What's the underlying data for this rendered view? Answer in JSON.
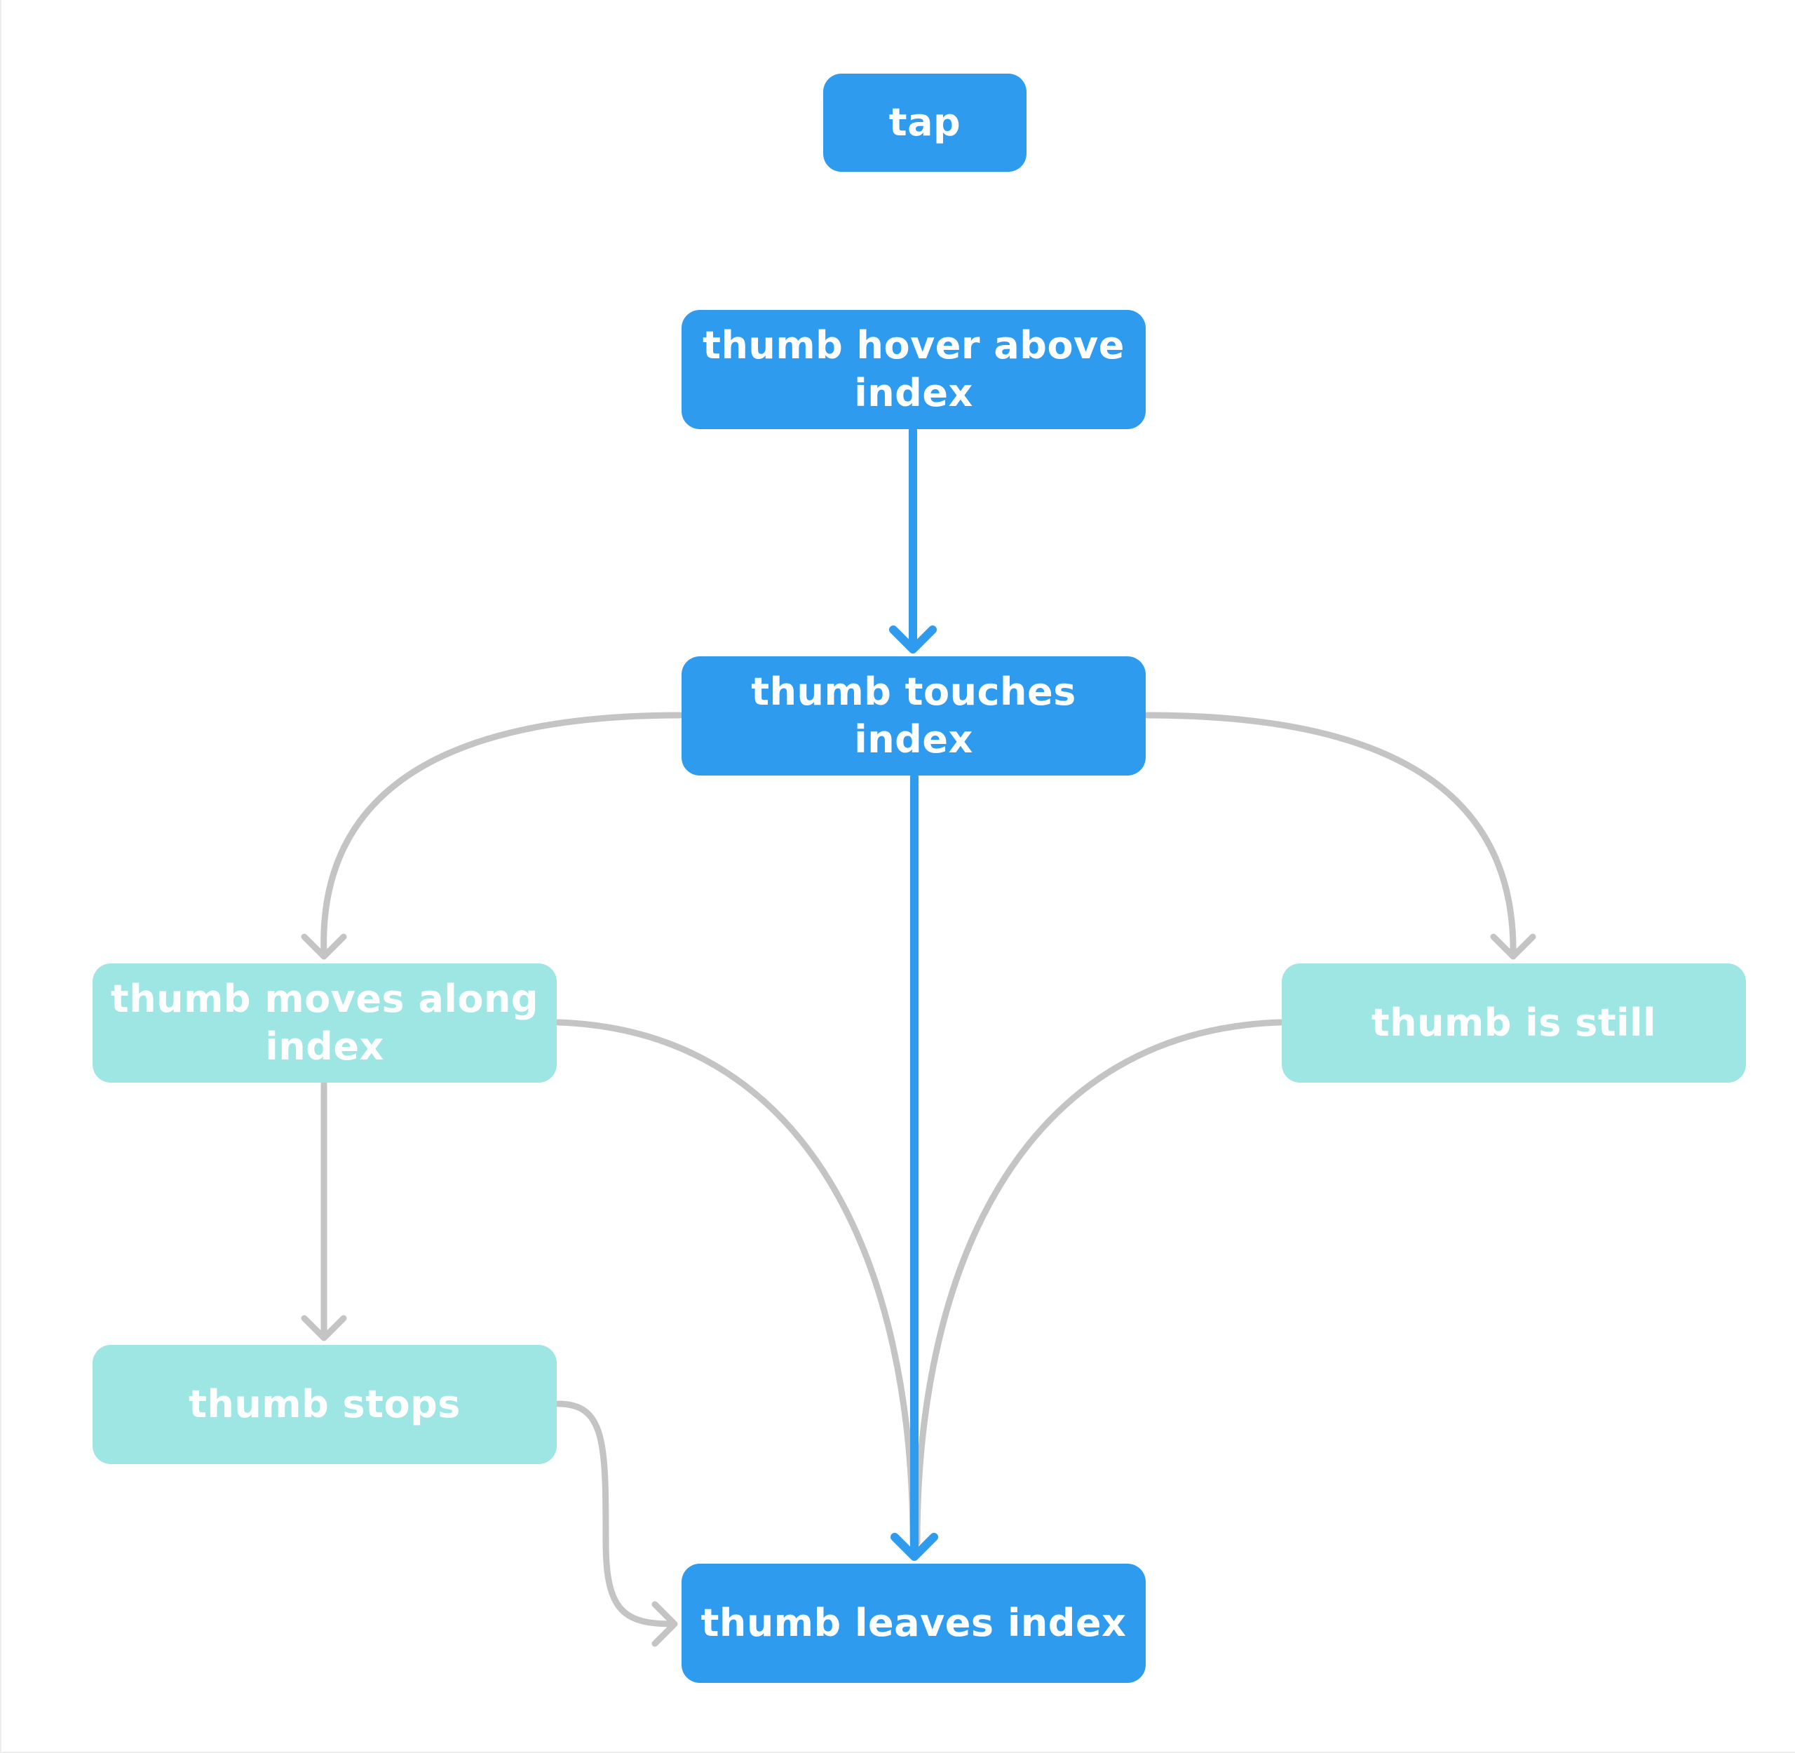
{
  "nodes": {
    "tap": "tap",
    "hover": "thumb hover above index",
    "touch": "thumb touches index",
    "moves": "thumb moves along index",
    "still": "thumb is still",
    "stops": "thumb stops",
    "leaves": "thumb leaves index"
  },
  "colors": {
    "primary_node": "#2f9bef",
    "secondary_node": "#9de6e4",
    "primary_edge": "#2f9bef",
    "secondary_edge": "#c4c4c4"
  },
  "edges": [
    {
      "from": "thumb hover above index",
      "to": "thumb touches index",
      "style": "primary"
    },
    {
      "from": "thumb touches index",
      "to": "thumb leaves index",
      "style": "primary"
    },
    {
      "from": "thumb touches index",
      "to": "thumb moves along index",
      "style": "secondary"
    },
    {
      "from": "thumb touches index",
      "to": "thumb is still",
      "style": "secondary"
    },
    {
      "from": "thumb moves along index",
      "to": "thumb stops",
      "style": "secondary"
    },
    {
      "from": "thumb moves along index",
      "to": "thumb leaves index",
      "style": "secondary"
    },
    {
      "from": "thumb is still",
      "to": "thumb leaves index",
      "style": "secondary"
    },
    {
      "from": "thumb stops",
      "to": "thumb leaves index",
      "style": "secondary"
    }
  ]
}
